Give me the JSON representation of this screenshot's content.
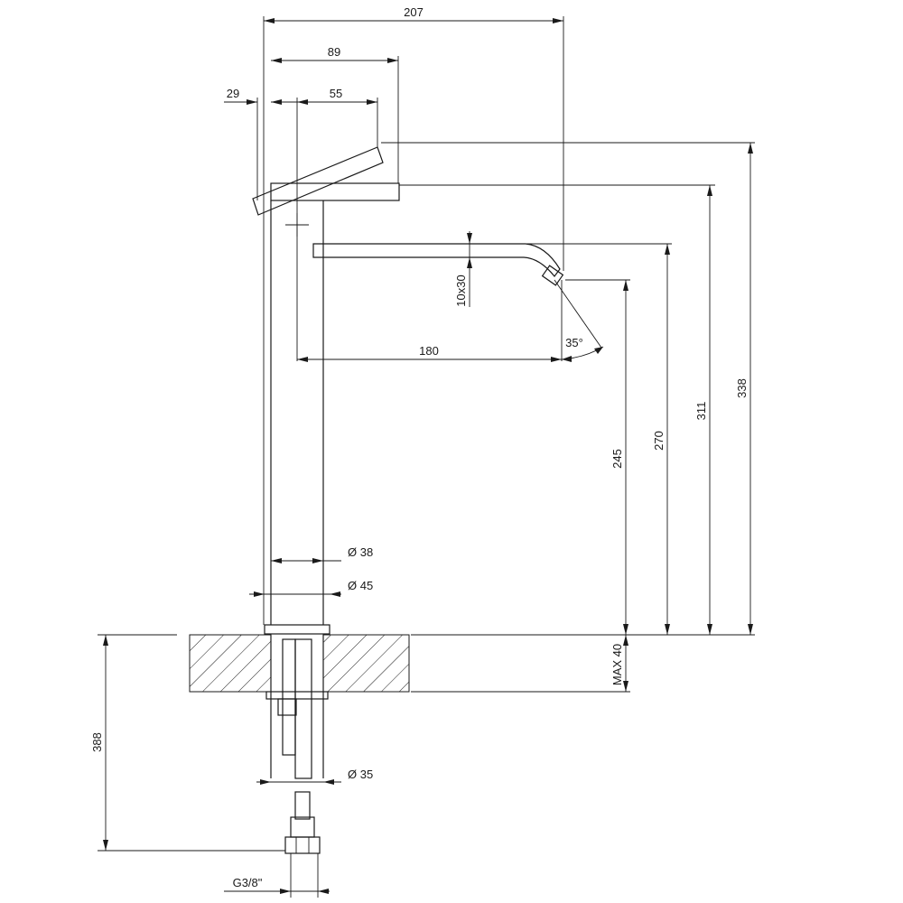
{
  "drawing": {
    "dimensions": {
      "overall_width": "207",
      "body_to_lever_tip": "89",
      "lever_offset": "29",
      "lever_length": "55",
      "spout_reach": "180",
      "spout_section": "10x30",
      "spray_angle": "35°",
      "outlet_height": "245",
      "spout_top_height": "270",
      "body_height": "311",
      "overall_height": "338",
      "body_diameter": "Ø 38",
      "base_diameter": "Ø 45",
      "max_deck_thickness": "MAX 40",
      "shank_diameter": "Ø 35",
      "below_deck_length": "388",
      "connection_thread": "G3/8\""
    }
  }
}
